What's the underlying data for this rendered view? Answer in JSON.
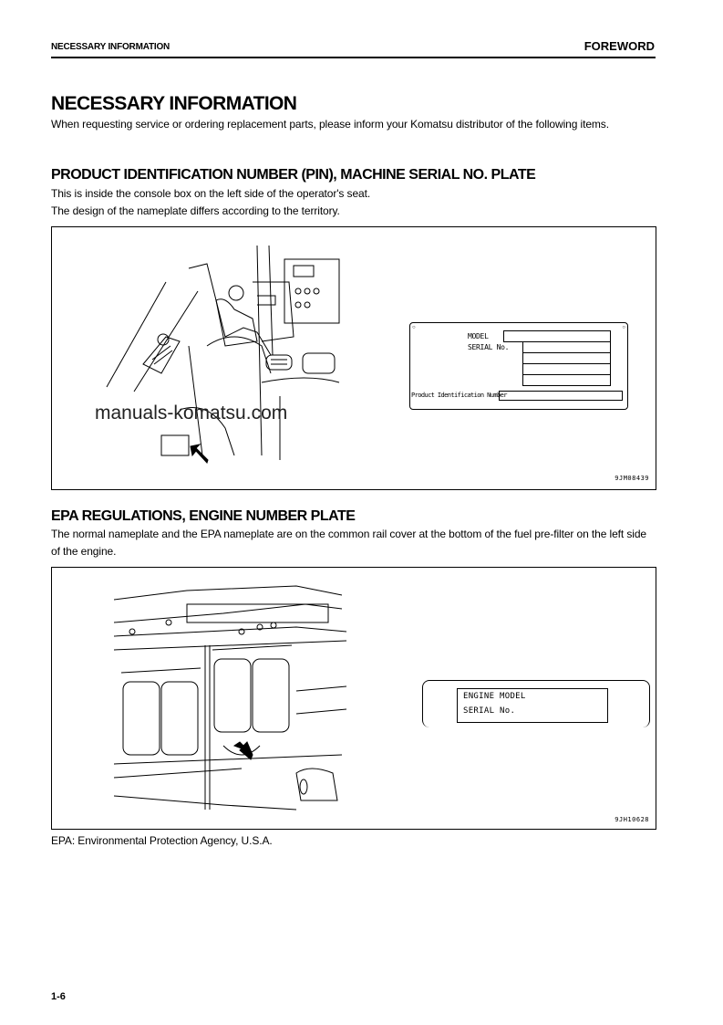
{
  "header": {
    "section": "NECESSARY INFORMATION",
    "chapter": "FOREWORD"
  },
  "title": "NECESSARY INFORMATION",
  "intro": "When requesting service or ordering replacement parts, please inform your Komatsu distributor of the following items.",
  "sections": [
    {
      "heading": "PRODUCT IDENTIFICATION NUMBER (PIN), MACHINE SERIAL NO. PLATE",
      "lines": [
        "This is inside the console box on the left side of the operator's seat.",
        "The design of the nameplate differs according to the territory."
      ],
      "figure": {
        "id": "9JM08439",
        "illustration": "operator-console-illustration",
        "plate": {
          "model_label": "MODEL",
          "serial_label": "SERIAL No.",
          "pin_label": "Product Identification Number"
        },
        "watermark": "manuals-komatsu.com"
      }
    },
    {
      "heading": "EPA REGULATIONS, ENGINE NUMBER PLATE",
      "lines": [
        "The normal nameplate and the EPA nameplate are on the common rail cover at the bottom of the fuel pre-filter on the left side of the engine."
      ],
      "figure": {
        "id": "9JH10628",
        "illustration": "engine-fuel-filter-illustration",
        "plate": {
          "engine_model_label": "ENGINE MODEL",
          "serial_label": "SERIAL No."
        }
      }
    }
  ],
  "note": "EPA: Environmental Protection Agency, U.S.A.",
  "footer": {
    "page_number": "1-6"
  }
}
